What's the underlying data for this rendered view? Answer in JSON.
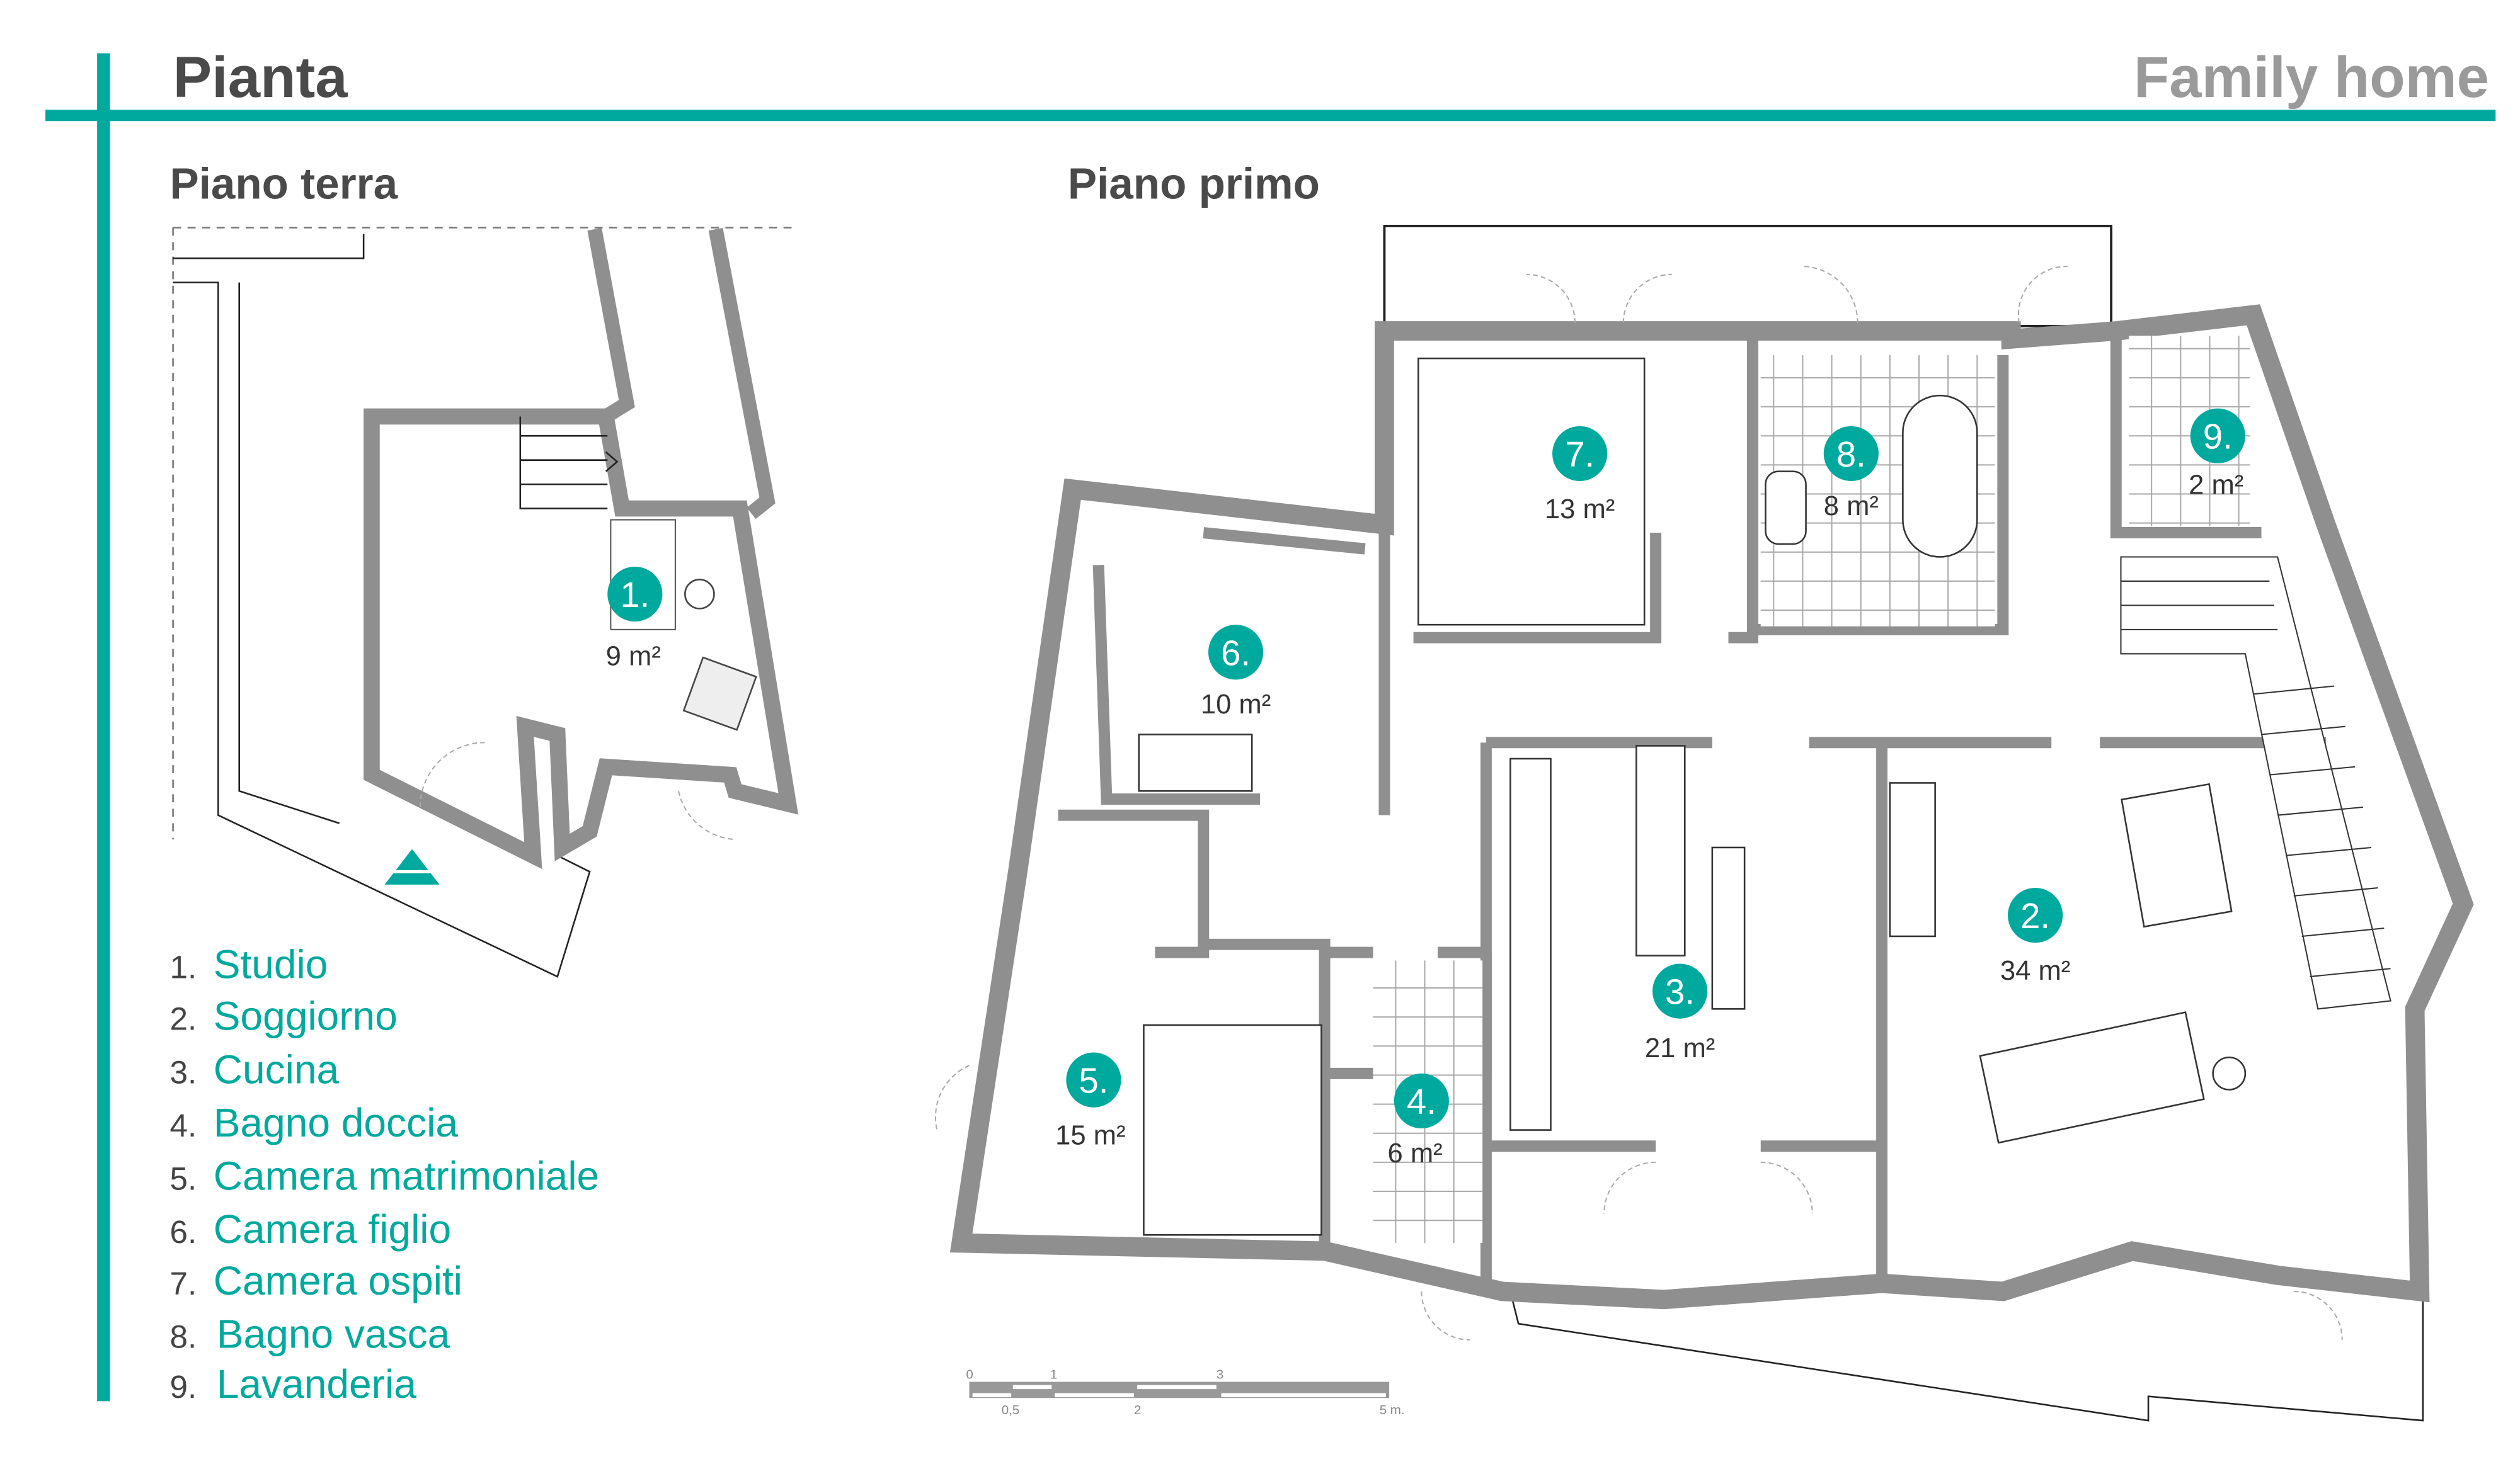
{
  "header": {
    "title": "Pianta",
    "project": "Family home"
  },
  "floors": {
    "ground": "Piano terra",
    "first": "Piano primo"
  },
  "colors": {
    "accent": "#00a99d",
    "wall": "#8f8f8f",
    "text": "#4a4a4a"
  },
  "legend": [
    {
      "num": "1.",
      "label": "Studio"
    },
    {
      "num": "2.",
      "label": "Soggiorno"
    },
    {
      "num": "3.",
      "label": "Cucina"
    },
    {
      "num": "4.",
      "label": "Bagno doccia"
    },
    {
      "num": "5.",
      "label": "Camera matrimoniale"
    },
    {
      "num": "6.",
      "label": "Camera figlio"
    },
    {
      "num": "7.",
      "label": "Camera ospiti"
    },
    {
      "num": "8.",
      "label": "Bagno vasca"
    },
    {
      "num": "9.",
      "label": "Lavanderia"
    }
  ],
  "rooms": [
    {
      "num": "1.",
      "area": "9 m²"
    },
    {
      "num": "2.",
      "area": "34 m²"
    },
    {
      "num": "3.",
      "area": "21 m²"
    },
    {
      "num": "4.",
      "area": "6 m²"
    },
    {
      "num": "5.",
      "area": "15 m²"
    },
    {
      "num": "6.",
      "area": "10 m²"
    },
    {
      "num": "7.",
      "area": "13 m²"
    },
    {
      "num": "8.",
      "area": "8 m²"
    },
    {
      "num": "9.",
      "area": "2 m²"
    }
  ],
  "scale_bar": {
    "top_labels": [
      "0",
      "1",
      "3"
    ],
    "bottom_labels": [
      "0,5",
      "2",
      "5 m."
    ]
  }
}
